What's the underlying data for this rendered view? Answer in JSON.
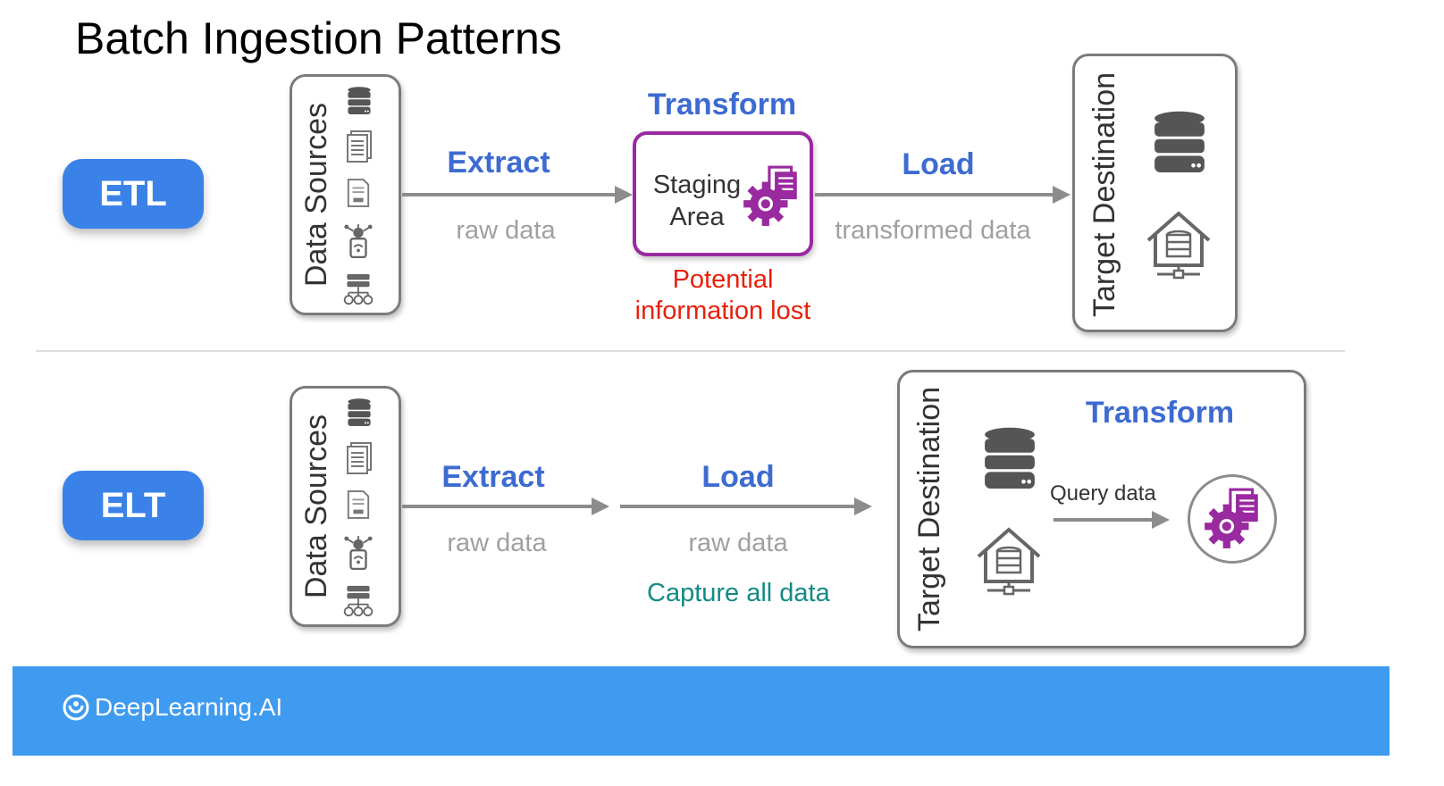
{
  "title": "Batch Ingestion Patterns",
  "etl": {
    "badge": "ETL",
    "sources_label": "Data Sources",
    "extract_label": "Extract",
    "extract_sub": "raw data",
    "transform_label": "Transform",
    "staging_line1": "Staging",
    "staging_line2": "Area",
    "warning_line1": "Potential",
    "warning_line2": "information lost",
    "load_label": "Load",
    "load_sub": "transformed data",
    "target_label": "Target Destination"
  },
  "elt": {
    "badge": "ELT",
    "sources_label": "Data Sources",
    "extract_label": "Extract",
    "extract_sub": "raw data",
    "load_label": "Load",
    "load_sub": "raw data",
    "note": "Capture all data",
    "target_label": "Target Destination",
    "transform_label": "Transform",
    "query_label": "Query data"
  },
  "footer": {
    "brand": "DeepLearning.AI"
  },
  "colors": {
    "badge": "#3b82e8",
    "step_label": "#3d6bd1",
    "staging_border": "#9a2aa0",
    "warning": "#e8200c",
    "note": "#138a86",
    "footer": "#3f9bf0",
    "gear": "#9a2aa0"
  },
  "icons": [
    "database-icon",
    "document-icon",
    "api-doc-icon",
    "iot-device-icon",
    "network-server-icon",
    "gear-docs-icon",
    "house-server-icon"
  ]
}
